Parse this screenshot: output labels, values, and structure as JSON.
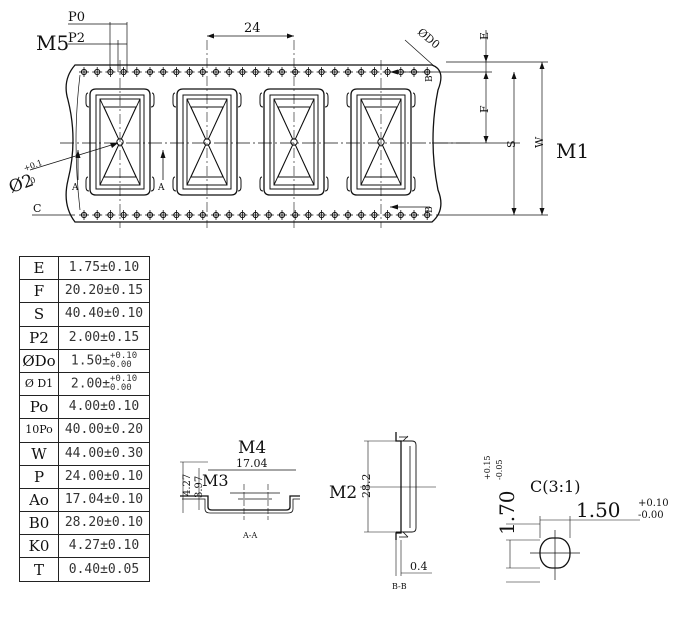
{
  "main_view": {
    "labels": {
      "p0": "P0",
      "p2": "P2",
      "m5": "M5",
      "dim_24": "24",
      "phi_d0": "ØD0",
      "e": "E",
      "f": "F",
      "s": "S",
      "w": "W",
      "m1": "M1",
      "b_top": "B",
      "b_bottom": "B",
      "a_left": "A",
      "a_right": "A",
      "c": "C",
      "phi_2_base": "Ø2",
      "phi_2_tol": "+0.1",
      "phi_2_zero": "0"
    }
  },
  "spec_table": {
    "rows": [
      {
        "symbol": "E",
        "value": "1.75±0.10"
      },
      {
        "symbol": "F",
        "value": "20.20±0.15"
      },
      {
        "symbol": "S",
        "value": "40.40±0.10"
      },
      {
        "symbol": "P2",
        "value": "2.00±0.15"
      },
      {
        "symbol": "ØDo",
        "value": "1.50",
        "tol_up": "+0.10",
        "tol_down": "0.00"
      },
      {
        "symbol": "Ø D1",
        "value": "2.00",
        "tol_up": "+0.10",
        "tol_down": "0.00"
      },
      {
        "symbol": "Po",
        "value": "4.00±0.10"
      },
      {
        "symbol": "10Po",
        "value": "40.00±0.20"
      },
      {
        "symbol": "W",
        "value": "44.00±0.30"
      },
      {
        "symbol": "P",
        "value": "24.00±0.10"
      },
      {
        "symbol": "Ao",
        "value": "17.04±0.10"
      },
      {
        "symbol": "B0",
        "value": "28.20±0.10"
      },
      {
        "symbol": "K0",
        "value": "4.27±0.10"
      },
      {
        "symbol": "T",
        "value": "0.40±0.05"
      }
    ]
  },
  "section_aa": {
    "title": "M4",
    "width_value": "17.04",
    "depth_outer": "4.27",
    "depth_inner": "3.97",
    "m3": "M3",
    "caption": "A-A"
  },
  "section_bb": {
    "m2": "M2",
    "height_value": "28.2",
    "thickness": "0.4",
    "caption": "B-B"
  },
  "detail_c": {
    "title": "C(3:1)",
    "height_value": "1.70",
    "height_tol_up": "+0.15",
    "height_tol_down": "-0.05",
    "width_value": "1.50",
    "width_tol_up": "+0.10",
    "width_tol_down": "-0.00"
  }
}
